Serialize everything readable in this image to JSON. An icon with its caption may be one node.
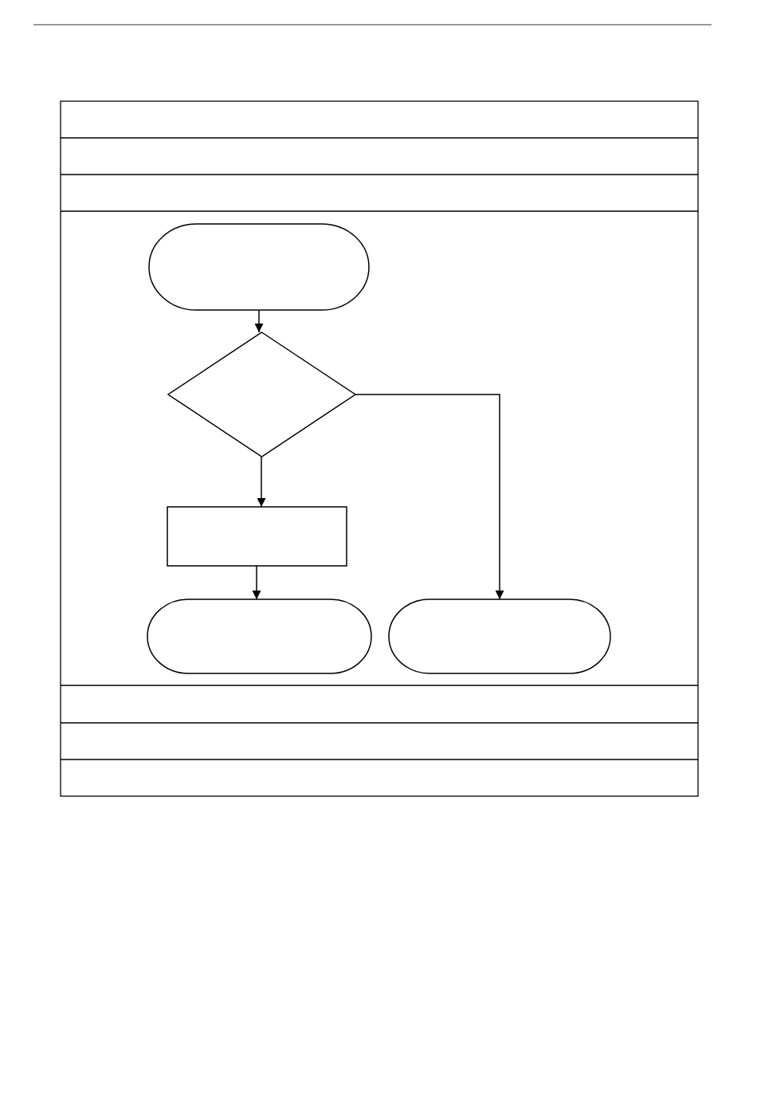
{
  "diagram": {
    "nodes": [
      {
        "text": [],
        "shape": "terminal"
      },
      {
        "text": [],
        "shape": "diamond"
      },
      {
        "text": [],
        "shape": "box"
      },
      {
        "text": [],
        "shape": "terminal"
      },
      {
        "text": [],
        "shape": "terminal"
      }
    ],
    "edges": [
      {
        "from": 0,
        "to": 1,
        "arrow": "to"
      },
      {
        "from": 1,
        "to": 2,
        "arrow": "to"
      },
      {
        "from": 1,
        "to": 4,
        "arrow": "to"
      },
      {
        "from": 2,
        "to": 3,
        "arrow": "to"
      }
    ]
  }
}
